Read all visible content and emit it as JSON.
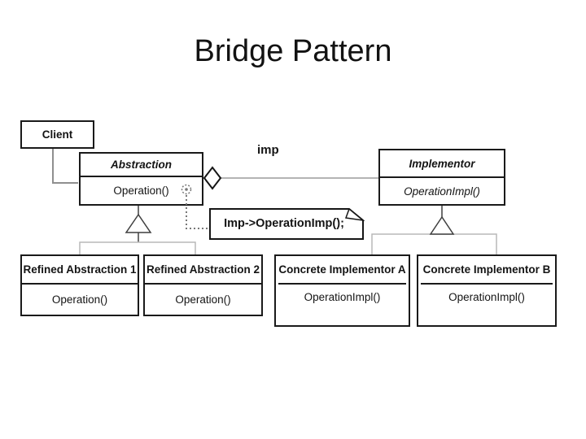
{
  "slide": {
    "title": "Bridge Pattern"
  },
  "diagram": {
    "imp_label": "imp",
    "note_text": "Imp->OperationImp();",
    "classes": {
      "client": {
        "name": "Client"
      },
      "abstraction": {
        "name": "Abstraction",
        "method": "Operation()"
      },
      "implementor": {
        "name": "Implementor",
        "method": "OperationImpl()"
      },
      "refined1": {
        "name": "Refined Abstraction 1",
        "method": "Operation()"
      },
      "refined2": {
        "name": "Refined Abstraction 2",
        "method": "Operation()"
      },
      "concreteA": {
        "name": "Concrete Implementor A",
        "method": "OperationImpl()"
      },
      "concreteB": {
        "name": "Concrete Implementor B",
        "method": "OperationImpl()"
      }
    },
    "relationships": [
      {
        "type": "association",
        "from": "Client",
        "to": "Abstraction"
      },
      {
        "type": "aggregation",
        "from": "Abstraction",
        "to": "Implementor",
        "label": "imp"
      },
      {
        "type": "inheritance",
        "from": "Refined Abstraction 1",
        "to": "Abstraction"
      },
      {
        "type": "inheritance",
        "from": "Refined Abstraction 2",
        "to": "Abstraction"
      },
      {
        "type": "inheritance",
        "from": "Concrete Implementor A",
        "to": "Implementor"
      },
      {
        "type": "inheritance",
        "from": "Concrete Implementor B",
        "to": "Implementor"
      },
      {
        "type": "note-anchor",
        "from": "Abstraction.Operation()",
        "to": "Imp->OperationImp();"
      }
    ],
    "colors": {
      "background": "#ffffff",
      "box_border": "#1a1a1a",
      "connector_gray": "#949494",
      "drop_connector_gray": "#b9b9b9",
      "text": "#141414"
    }
  }
}
